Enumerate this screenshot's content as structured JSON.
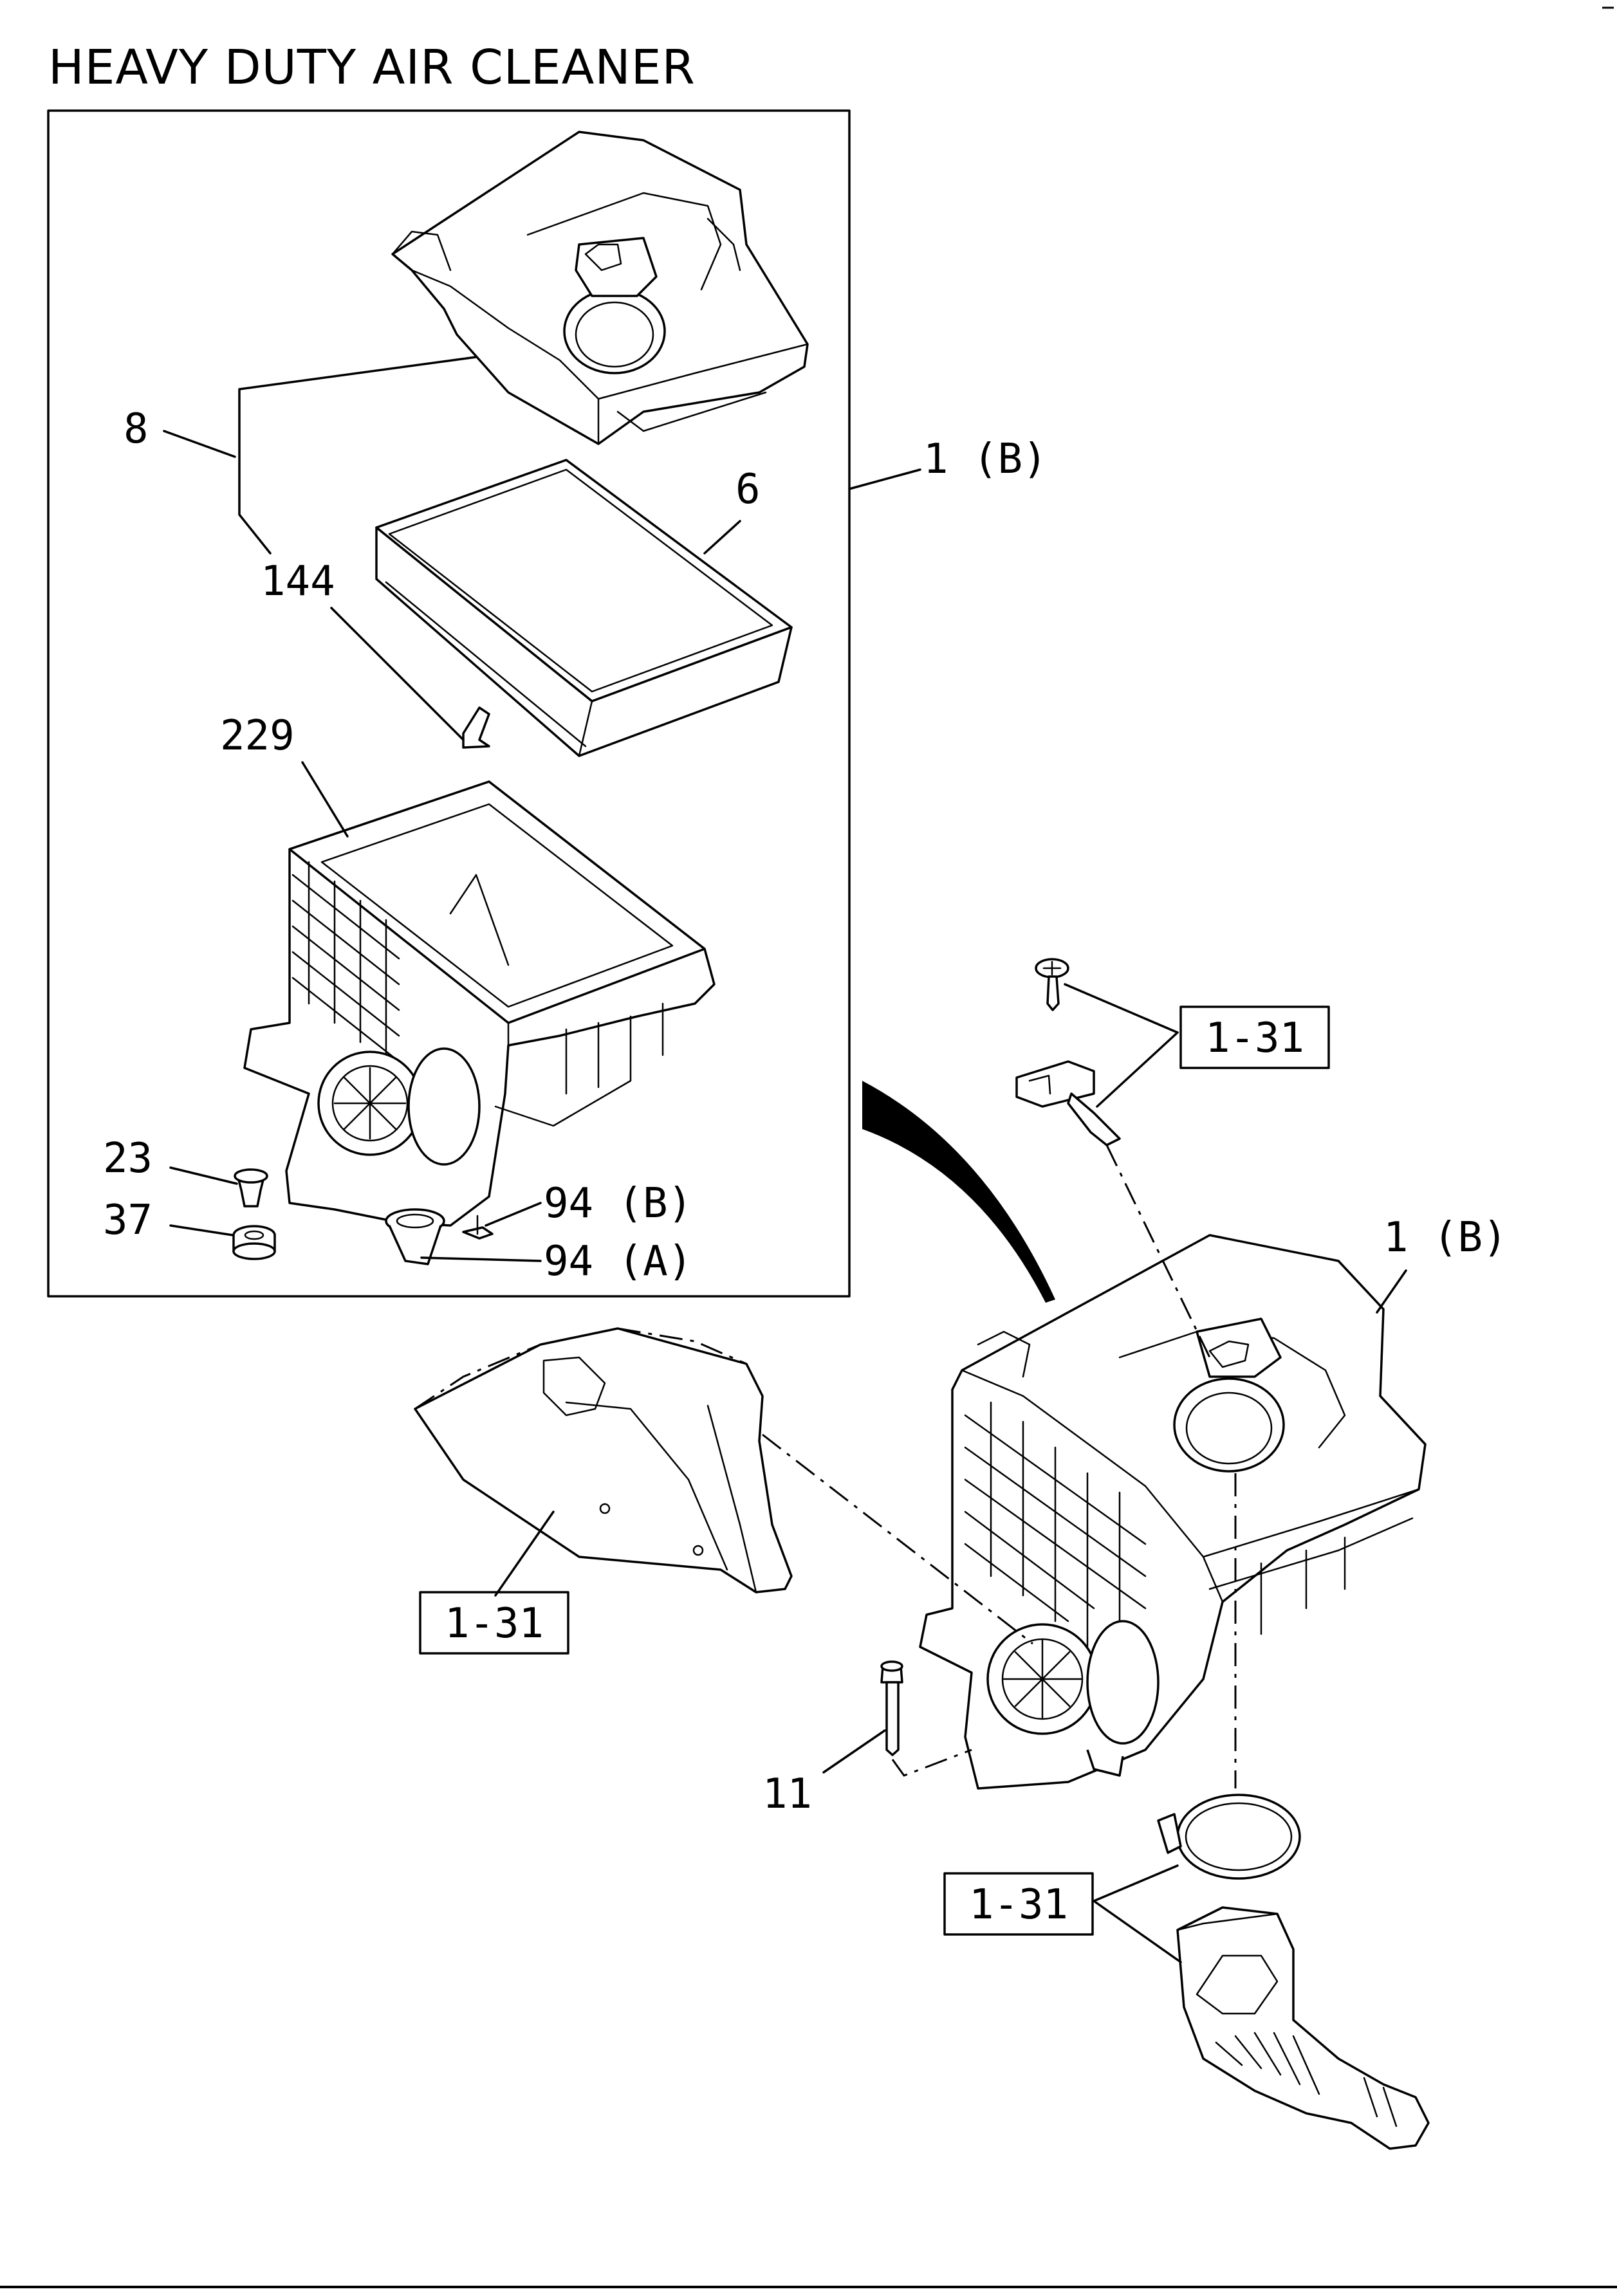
{
  "title": "HEAVY DUTY AIR CLEANER",
  "callouts": {
    "c8": "8",
    "c6": "6",
    "c144": "144",
    "c229": "229",
    "c23": "23",
    "c37": "37",
    "c94b": "94 (B)",
    "c94a": "94 (A)",
    "c1b_top": "1 (B)",
    "c1b_right": "1 (B)",
    "c11": "11"
  },
  "refs": {
    "r1": "1-31",
    "r2": "1-31",
    "r3": "1-31"
  }
}
